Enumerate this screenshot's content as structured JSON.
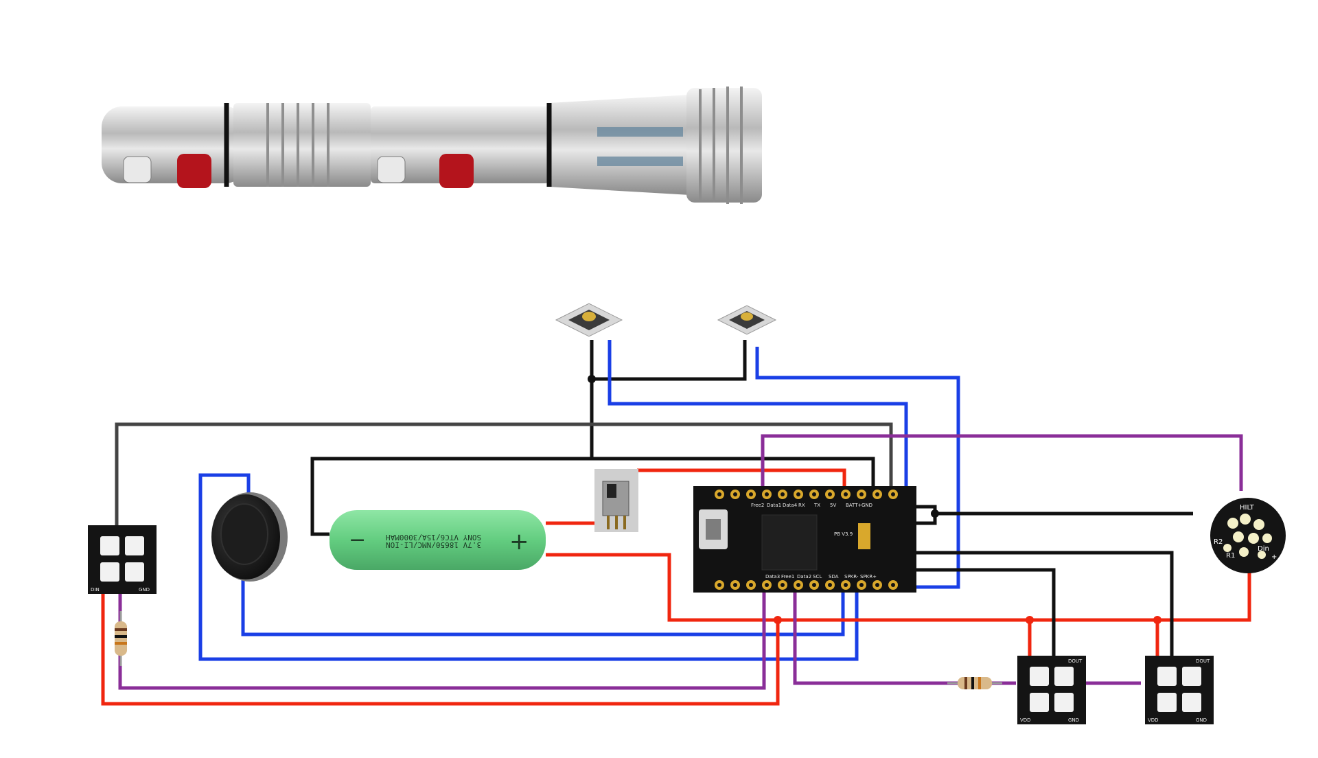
{
  "colors": {
    "black_wire": "#111111",
    "gray_wire": "#444444",
    "blue_wire": "#1a3fe6",
    "red_wire": "#f0260f",
    "purple_wire": "#8a2e98",
    "board": "#121212",
    "pad": "#d9a82c",
    "battery": "#6fd88c",
    "hilt_metal": "#c7c7c7",
    "button_red": "#b4141c"
  },
  "battery": {
    "minus": "−",
    "plus": "+",
    "line1": "SONY VTC6/15A/3000MAH",
    "line2": "3.7V 18650/NMC/LI-ION"
  },
  "board": {
    "top_pins": [
      "Free2",
      "Data1",
      "Data4",
      "RX",
      "TX",
      "5V",
      "BATT+",
      "GND"
    ],
    "bottom_pins": [
      "Data3",
      "Free1",
      "Data2",
      "SCL",
      "SDA",
      "SPKR-",
      "SPKR+"
    ],
    "version": "PB V3.9"
  },
  "hilt_pcb": {
    "title": "HILT",
    "din": "Din",
    "r1": "R1",
    "r2": "R2",
    "plus": "+"
  },
  "led_pcb": {
    "dout": "DOUT",
    "gnd": "GND",
    "vdd": "VDD",
    "din": "DIN"
  },
  "icons": {
    "hilt": "lightsaber-hilt-photo",
    "switch": "tactile-switch-icon",
    "speaker": "speaker-icon",
    "slide_switch": "slide-switch-icon",
    "resistor": "resistor-icon"
  }
}
